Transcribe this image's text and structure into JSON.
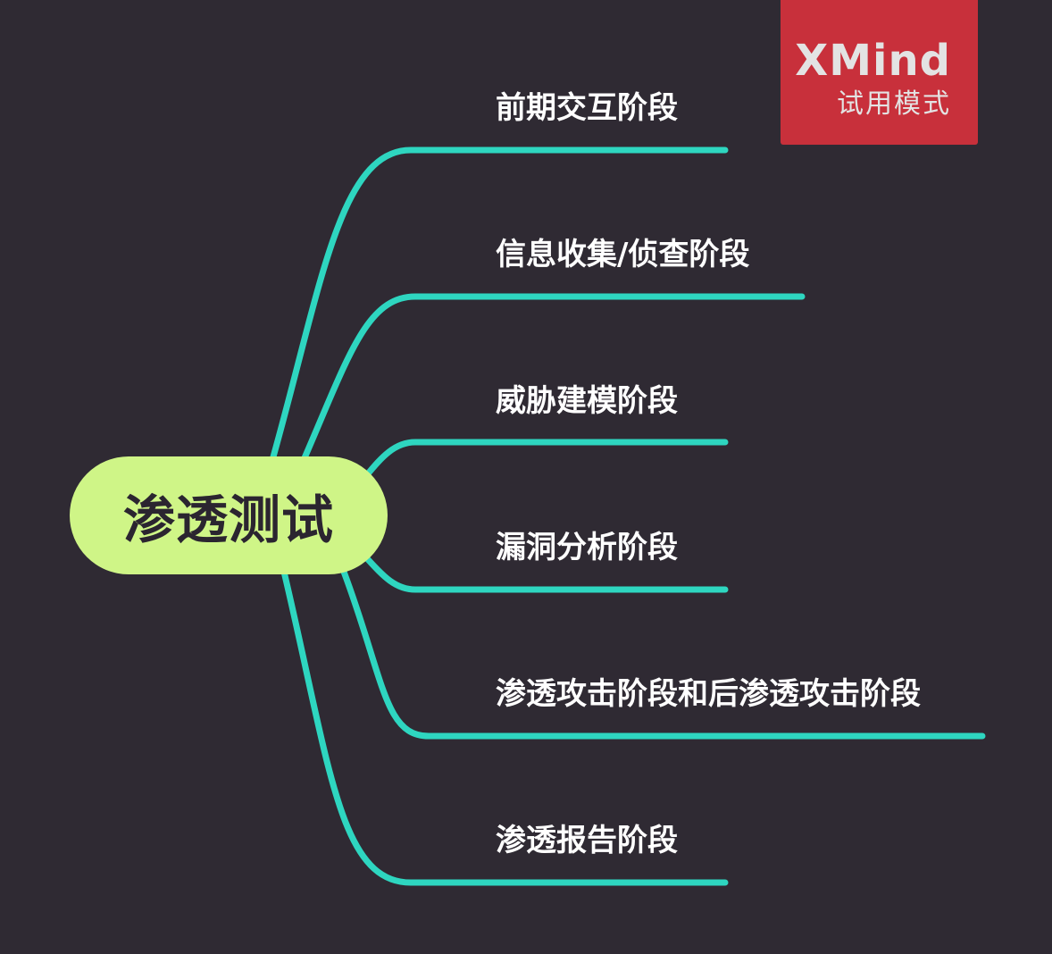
{
  "colors": {
    "background": "#2f2a33",
    "root_fill": "#cff587",
    "root_text": "#2b2530",
    "connector": "#2ed6c0",
    "branch_text": "#ffffff",
    "badge_fill": "#c8303b",
    "badge_text": "#e3e3e3"
  },
  "root": {
    "label": "渗透测试"
  },
  "branches": [
    {
      "label": "前期交互阶段"
    },
    {
      "label": "信息收集/侦查阶段"
    },
    {
      "label": "威胁建模阶段"
    },
    {
      "label": "漏洞分析阶段"
    },
    {
      "label": "渗透攻击阶段和后渗透攻击阶段"
    },
    {
      "label": "渗透报告阶段"
    }
  ],
  "badge": {
    "title": "XMind",
    "subtitle": "试用模式"
  }
}
